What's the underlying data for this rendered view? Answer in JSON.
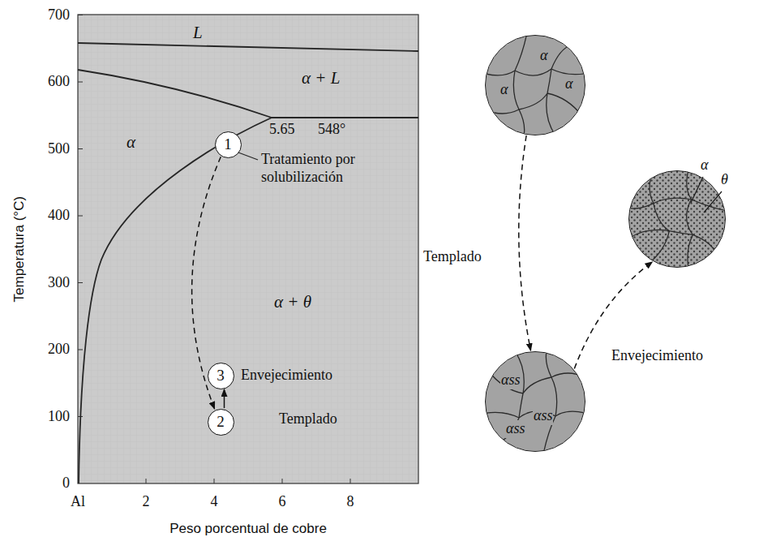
{
  "diagram": {
    "nodes": [
      {
        "text": [
          "1"
        ]
      },
      {
        "text": [
          "2"
        ]
      },
      {
        "text": [
          "3"
        ]
      },
      {
        "text": [
          "α",
          "α",
          "α"
        ]
      },
      {
        "text": [
          "αss",
          "αss",
          "αss"
        ]
      },
      {
        "text": [
          "α",
          "θ"
        ]
      }
    ],
    "edges": [
      {
        "from": 0,
        "to": 1,
        "arrow": "to"
      },
      {
        "from": 1,
        "to": 2,
        "arrow": "to"
      },
      {
        "from": 3,
        "to": 4,
        "arrow": "to",
        "label": "Templado"
      },
      {
        "from": 4,
        "to": 5,
        "arrow": "to",
        "label": "Envejecimiento"
      }
    ],
    "labels": [
      "L",
      "α + L",
      "α",
      "5.65",
      "548°",
      "Tratamiento por solubilización",
      "α + θ",
      "Envejecimiento",
      "Templado",
      "700",
      "600",
      "500",
      "400",
      "300",
      "200",
      "100",
      "0",
      "Al",
      "2",
      "4",
      "6",
      "8",
      "Temperatura (°C)",
      "Peso porcentual de cobre"
    ]
  }
}
